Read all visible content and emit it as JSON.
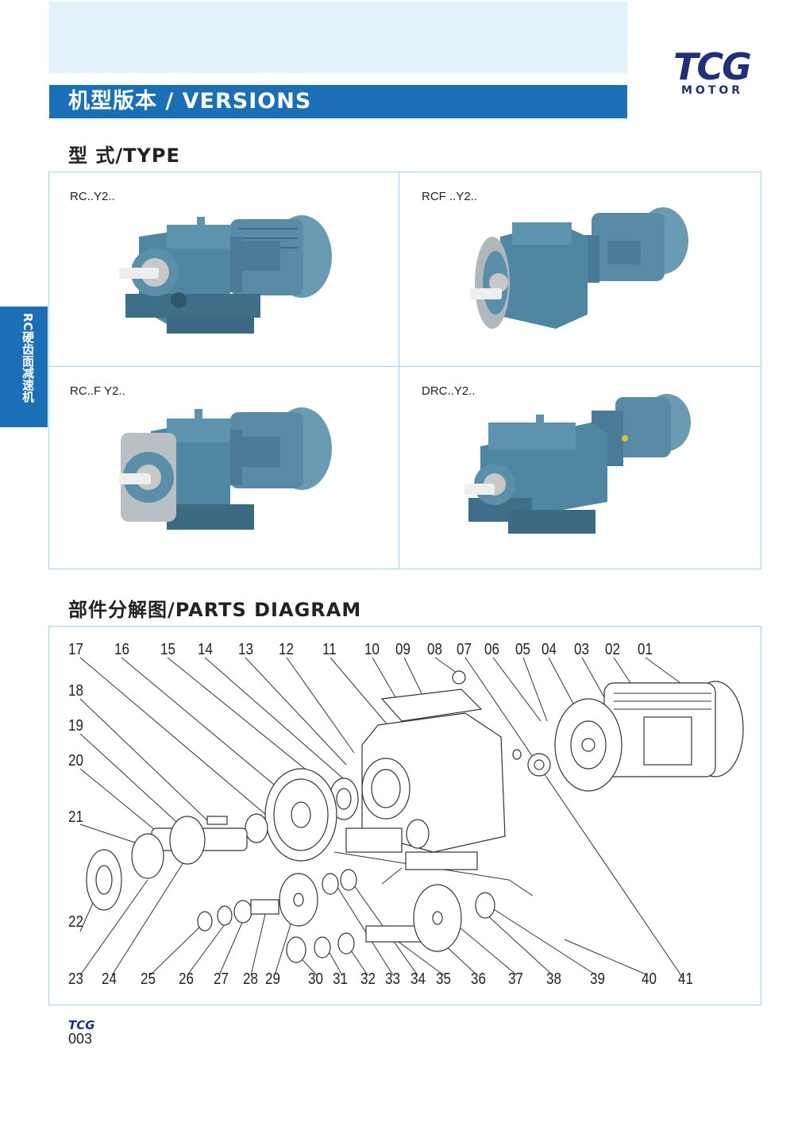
{
  "header": {
    "banner_title": "机型版本 / VERSIONS",
    "logo_main": "TCG",
    "logo_sub": "MOTOR"
  },
  "sidebar": {
    "label": "RC硬齿面减速机"
  },
  "type_section": {
    "heading": "型 式/TYPE",
    "models": [
      {
        "label": "RC..Y2.."
      },
      {
        "label": "RCF ..Y2.."
      },
      {
        "label": "RC..F Y2.."
      },
      {
        "label": "DRC..Y2.."
      }
    ]
  },
  "parts_section": {
    "heading": "部件分解图/PARTS DIAGRAM",
    "top_numbers": [
      "17",
      "16",
      "15",
      "14",
      "13",
      "12",
      "11",
      "10",
      "09",
      "08",
      "07",
      "06",
      "05",
      "04",
      "03",
      "02",
      "01"
    ],
    "left_numbers": [
      "18",
      "19",
      "20",
      "21",
      "22"
    ],
    "bottom_numbers": [
      "23",
      "24",
      "25",
      "26",
      "27",
      "28",
      "29",
      "30",
      "31",
      "32",
      "33",
      "34",
      "35",
      "36",
      "37",
      "38",
      "39",
      "40",
      "41"
    ]
  },
  "footer": {
    "logo": "TCG",
    "page": "003"
  },
  "colors": {
    "brand_blue": "#1a6fb6",
    "light_blue": "#e3f1fb",
    "logo_navy": "#1f2f78",
    "gearbox_body": "#4f87a3"
  }
}
